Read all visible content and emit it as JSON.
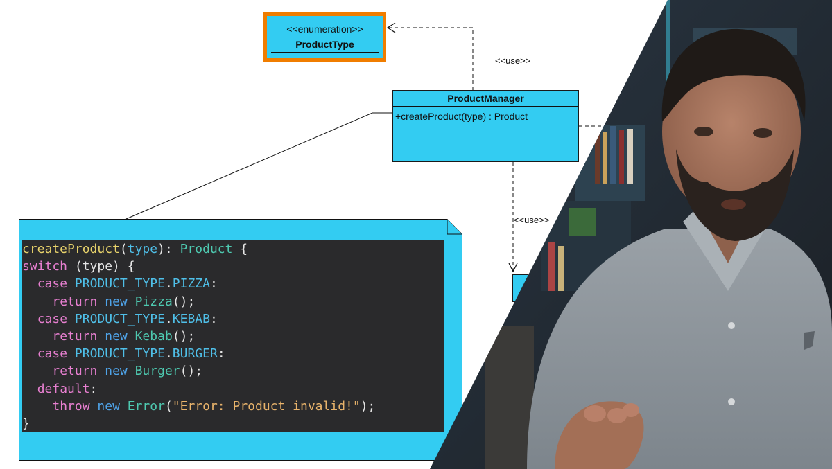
{
  "enum_box": {
    "stereotype": "<<enumeration>>",
    "name": "ProductType"
  },
  "manager_box": {
    "name": "ProductManager",
    "operation": "+createProduct(type) : Product"
  },
  "use_labels": [
    "<<use>>",
    "<<use>>"
  ],
  "code_lines": [
    [
      [
        "fn",
        "createProduct"
      ],
      [
        "pl",
        "("
      ],
      [
        "cn",
        "type"
      ],
      [
        "pl",
        "): "
      ],
      [
        "ty",
        "Product"
      ],
      [
        "pl",
        " {"
      ]
    ],
    [
      [
        "kw",
        "switch"
      ],
      [
        "pl",
        " (type) {"
      ]
    ],
    [
      [
        "pl",
        "  "
      ],
      [
        "kw",
        "case"
      ],
      [
        "pl",
        " "
      ],
      [
        "cn",
        "PRODUCT_TYPE"
      ],
      [
        "pl",
        "."
      ],
      [
        "cn",
        "PIZZA"
      ],
      [
        "pl",
        ":"
      ]
    ],
    [
      [
        "pl",
        "    "
      ],
      [
        "kw",
        "return"
      ],
      [
        "pl",
        " "
      ],
      [
        "nw",
        "new"
      ],
      [
        "pl",
        " "
      ],
      [
        "ty",
        "Pizza"
      ],
      [
        "pl",
        "();"
      ]
    ],
    [
      [
        "pl",
        "  "
      ],
      [
        "kw",
        "case"
      ],
      [
        "pl",
        " "
      ],
      [
        "cn",
        "PRODUCT_TYPE"
      ],
      [
        "pl",
        "."
      ],
      [
        "cn",
        "KEBAB"
      ],
      [
        "pl",
        ":"
      ]
    ],
    [
      [
        "pl",
        "    "
      ],
      [
        "kw",
        "return"
      ],
      [
        "pl",
        " "
      ],
      [
        "nw",
        "new"
      ],
      [
        "pl",
        " "
      ],
      [
        "ty",
        "Kebab"
      ],
      [
        "pl",
        "();"
      ]
    ],
    [
      [
        "pl",
        "  "
      ],
      [
        "kw",
        "case"
      ],
      [
        "pl",
        " "
      ],
      [
        "cn",
        "PRODUCT_TYPE"
      ],
      [
        "pl",
        "."
      ],
      [
        "cn",
        "BURGER"
      ],
      [
        "pl",
        ":"
      ]
    ],
    [
      [
        "pl",
        "    "
      ],
      [
        "kw",
        "return"
      ],
      [
        "pl",
        " "
      ],
      [
        "nw",
        "new"
      ],
      [
        "pl",
        " "
      ],
      [
        "ty",
        "Burger"
      ],
      [
        "pl",
        "();"
      ]
    ],
    [
      [
        "pl",
        "  "
      ],
      [
        "kw",
        "default"
      ],
      [
        "pl",
        ":"
      ]
    ],
    [
      [
        "pl",
        "    "
      ],
      [
        "kw",
        "throw"
      ],
      [
        "pl",
        " "
      ],
      [
        "nw",
        "new"
      ],
      [
        "pl",
        " "
      ],
      [
        "ty",
        "Error"
      ],
      [
        "pl",
        "("
      ],
      [
        "st",
        "\"Error: Product invalid!\""
      ],
      [
        "pl",
        ");"
      ]
    ],
    [
      [
        "pl",
        "}"
      ]
    ]
  ],
  "colors": {
    "uml_fill": "#33ccf2",
    "enum_highlight": "#f07d00",
    "code_bg": "#2a2a2c"
  },
  "icons": {
    "presenter": "presenter-photo"
  }
}
